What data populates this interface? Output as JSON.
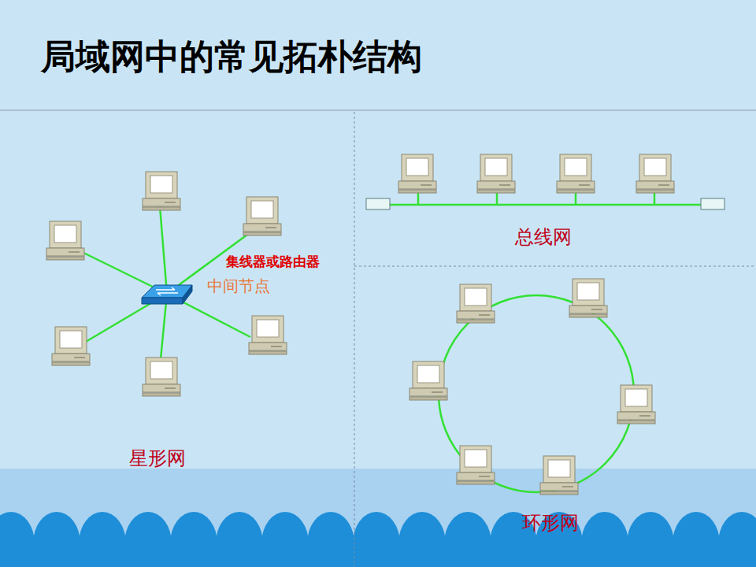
{
  "diagram": {
    "title": "局域网中的常见拓朴结构",
    "labels": [
      "集线器或路由器",
      "中间节点",
      "星形网",
      "总线网",
      "环形网"
    ]
  }
}
